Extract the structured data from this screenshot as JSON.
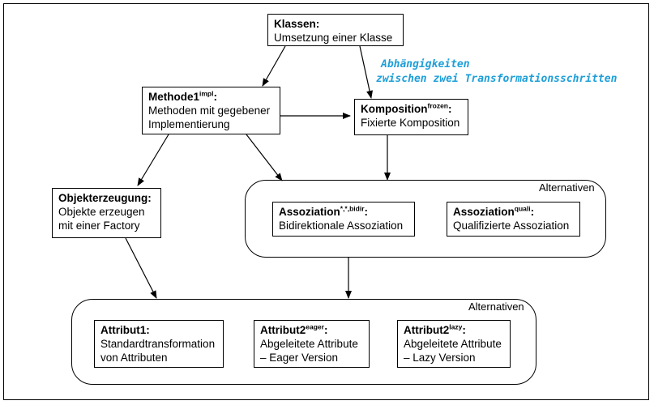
{
  "boxes": {
    "klassen": {
      "title": "Klassen:",
      "sup": "",
      "lines": [
        "Umsetzung einer Klasse"
      ]
    },
    "methode": {
      "title": "Methode1",
      "sup": "impl",
      "colon": ":",
      "lines": [
        "Methoden mit gegebener",
        "Implementierung"
      ]
    },
    "komposition": {
      "title": "Komposition",
      "sup": "frozen",
      "colon": ":",
      "lines": [
        "Fixierte Komposition"
      ]
    },
    "objekterzeugung": {
      "title": "Objekterzeugung:",
      "sup": "",
      "lines": [
        "Objekte erzeugen",
        "mit einer Factory"
      ]
    },
    "assoziation_bidir": {
      "title": "Assoziation",
      "sup": "*,*,bidir",
      "colon": ":",
      "lines": [
        "Bidirektionale Assoziation"
      ]
    },
    "assoziation_quali": {
      "title": "Assoziation",
      "sup": "quali",
      "colon": ":",
      "lines": [
        "Qualifizierte Assoziation"
      ]
    },
    "attribut1": {
      "title": "Attribut1:",
      "sup": "",
      "lines": [
        "Standardtransformation",
        "von Attributen"
      ]
    },
    "attribut2_eager": {
      "title": "Attribut2",
      "sup": "eager",
      "colon": ":",
      "lines": [
        "Abgeleitete Attribute",
        "– Eager Version"
      ]
    },
    "attribut2_lazy": {
      "title": "Attribut2",
      "sup": "lazy",
      "colon": ":",
      "lines": [
        "Abgeleitete Attribute",
        "– Lazy Version"
      ]
    }
  },
  "groups": {
    "assoziation": {
      "label": "Alternativen"
    },
    "attribut": {
      "label": "Alternativen"
    }
  },
  "note": {
    "line1": "Abhängigkeiten",
    "line2": "zwischen zwei Transformationsschritten",
    "color": "#1e9fd8"
  }
}
